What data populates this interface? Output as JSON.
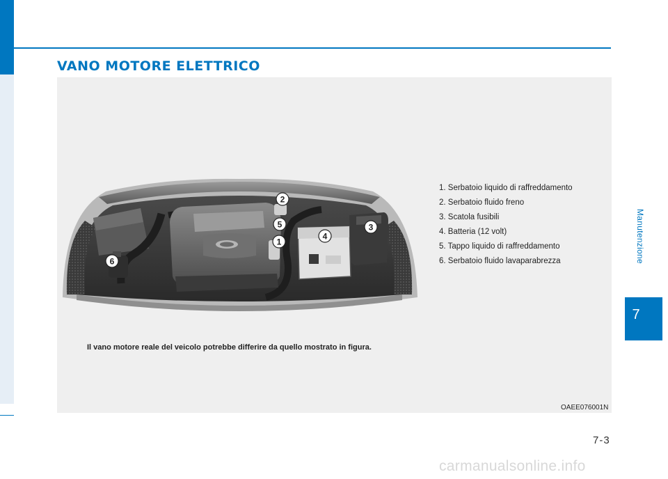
{
  "header": {
    "title": "VANO MOTORE ELETTRICO"
  },
  "figure": {
    "callouts": [
      "2",
      "5",
      "3",
      "4",
      "1",
      "6"
    ],
    "parts": [
      "1. Serbatoio liquido di raffreddamento",
      "2. Serbatoio fluido freno",
      "3. Scatola fusibili",
      "4. Batteria (12 volt)",
      "5. Tappo liquido di raffreddamento",
      "6. Serbatoio fluido lavaparabrezza"
    ],
    "note": "Il vano motore reale del veicolo potrebbe differire da quello mostrato in figura.",
    "code": "OAEE076001N"
  },
  "side": {
    "section_label": "Manutenzione",
    "chapter_number": "7"
  },
  "footer": {
    "page_number": "7-3",
    "watermark": "carmanualsonline.info"
  },
  "colors": {
    "accent": "#0077c0",
    "panel": "#efefef",
    "left_strip": "#e6eef6"
  }
}
